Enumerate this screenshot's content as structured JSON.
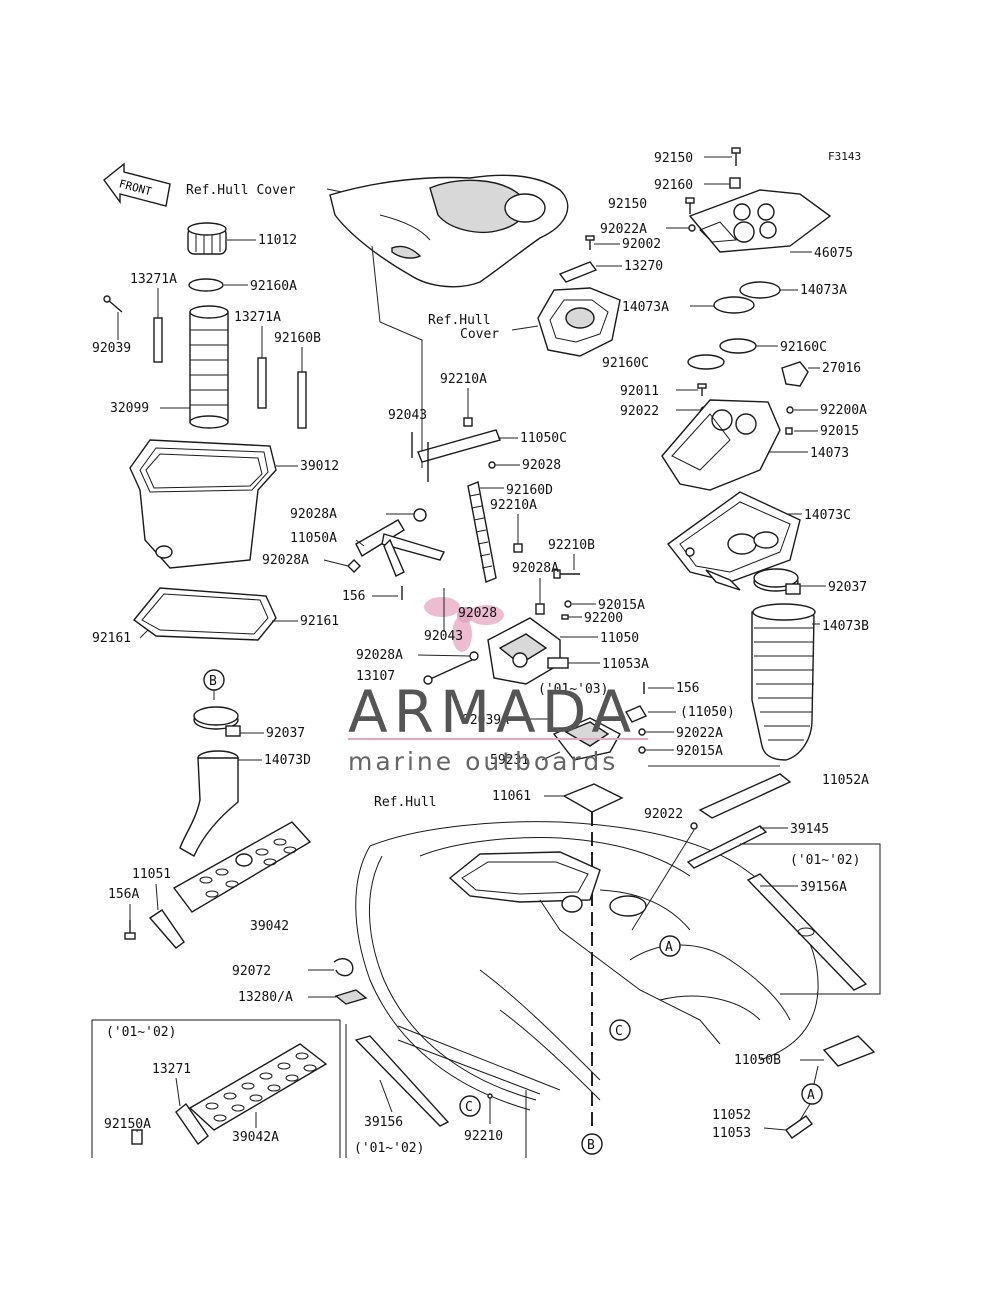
{
  "figure_code": "F3143",
  "front_label": "FRONT",
  "watermark": {
    "name": "ARMADA",
    "sub": "marine outboards",
    "accent": "#e6a7c2"
  },
  "colors": {
    "ink": "#111111",
    "paper": "#ffffff"
  },
  "labels": {
    "ref_hull_cover_top": "Ref.Hull Cover",
    "ref_hull_cover_mid_1": "Ref.Hull",
    "ref_hull_cover_mid_2": "Cover",
    "ref_hull": "Ref.Hull",
    "l11012": "11012",
    "l13271A_1": "13271A",
    "l92160A": "92160A",
    "l13271A_2": "13271A",
    "l92160B": "92160B",
    "l92039": "92039",
    "l32099": "32099",
    "l39012": "39012",
    "l92161_left": "92161",
    "l92161_right": "92161",
    "l92037_left": "92037",
    "l14073D": "14073D",
    "l11051": "11051",
    "l156A": "156A",
    "l39042": "39042",
    "l92072": "92072",
    "l13280A": "13280/A",
    "l13271": "13271",
    "l92150A": "92150A",
    "l39042A": "39042A",
    "l01_02_box_left": "('01~'02)",
    "l39156": "39156",
    "l01_02_bottom": "('01~'02)",
    "l92210": "92210",
    "l92043_1": "92043",
    "l92210A_1": "92210A",
    "l11050C": "11050C",
    "l92028_1": "92028",
    "l92160D": "92160D",
    "l92210A_2": "92210A",
    "l92028A_1": "92028A",
    "l11050A": "11050A",
    "l92028A_2": "92028A",
    "l92210B": "92210B",
    "l92028A_3": "92028A",
    "l156_1": "156",
    "l92028_2": "92028",
    "l92043_2": "92043",
    "l92015A_1": "92015A",
    "l92200": "92200",
    "l11050": "11050",
    "l92028A_4": "92028A",
    "l11053A": "11053A",
    "l13107": "13107",
    "l01_03": "('01~'03)",
    "l156_2": "156",
    "l92039A": "92039A",
    "l11050_paren": "(11050)",
    "l92022A_1": "92022A",
    "l59231": "59231",
    "l92015A_2": "92015A",
    "l11061": "11061",
    "l92150_1": "92150",
    "l92160": "92160",
    "l92150_2": "92150",
    "l92022A_2": "92022A",
    "l92002": "92002",
    "l46075": "46075",
    "l13270": "13270",
    "l14073A_left": "14073A",
    "l14073A_right": "14073A",
    "l92160C_left": "92160C",
    "l92160C_right": "92160C",
    "l27016": "27016",
    "l92011": "92011",
    "l92200A": "92200A",
    "l92022": "92022",
    "l92015": "92015",
    "l14073": "14073",
    "l14073C": "14073C",
    "l92037_right": "92037",
    "l14073B": "14073B",
    "l11052A": "11052A",
    "l92022_b": "92022",
    "l39145": "39145",
    "l01_02_right": "('01~'02)",
    "l39156A": "39156A",
    "l11050B": "11050B",
    "l11052": "11052",
    "l11053": "11053",
    "callout_A1": "A",
    "callout_A2": "A",
    "callout_B1": "B",
    "callout_B2": "B",
    "callout_C1": "C",
    "callout_C2": "C"
  }
}
